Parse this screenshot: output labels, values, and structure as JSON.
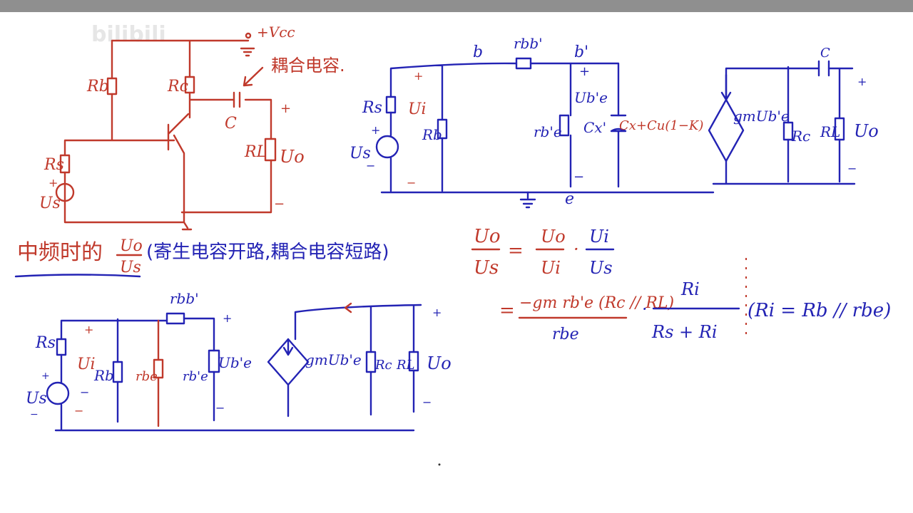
{
  "watermark": "bilibili",
  "circuit1": {
    "vcc": "+Vcc",
    "coupling_note": "耦合电容.",
    "rb": "Rb",
    "rc": "Rc",
    "rs": "Rs",
    "us": "Us",
    "rl": "RL",
    "uo": "Uo",
    "c": "C",
    "plus": "+",
    "minus": "−"
  },
  "section_title": {
    "prefix": "中频时的",
    "frac_num": "Uo",
    "frac_den": "Us",
    "note": "(寄生电容开路,耦合电容短路)"
  },
  "circuit2": {
    "node_b": "b",
    "node_b2": "b'",
    "node_e": "e",
    "rbb": "rbb'",
    "rs": "Rs",
    "us": "Us",
    "ui": "Ui",
    "rb": "Rb",
    "rbe": "rb'e",
    "ube": "Ub'e",
    "cx": "Cx'",
    "cx_formula": "Cx+Cu(1−K)",
    "gm": "gmUb'e",
    "c": "C",
    "rc": "Rc",
    "rl": "RL",
    "uo": "Uo",
    "plus": "+",
    "minus": "−"
  },
  "circuit3": {
    "rbb": "rbb'",
    "rs": "Rs",
    "us": "Us",
    "ui": "Ui",
    "rb": "Rb",
    "rbe": "rbe",
    "rbe2": "rb'e",
    "ube": "Ub'e",
    "gm": "gmUb'e",
    "rc": "Rc",
    "rl": "RL",
    "uo": "Uo",
    "plus": "+",
    "minus": "−"
  },
  "equation": {
    "lhs_num": "Uo",
    "lhs_den": "Us",
    "eq": "=",
    "t1_num": "Uo",
    "t1_den": "Ui",
    "dot": "·",
    "t2_num": "Ui",
    "t2_den": "Us",
    "g_num": "−gm rb'e (Rc // RL)",
    "g_den": "rbe",
    "h_num": "Ri",
    "h_den": "Rs + Ri",
    "note": "(Ri = Rb // rbe)"
  }
}
